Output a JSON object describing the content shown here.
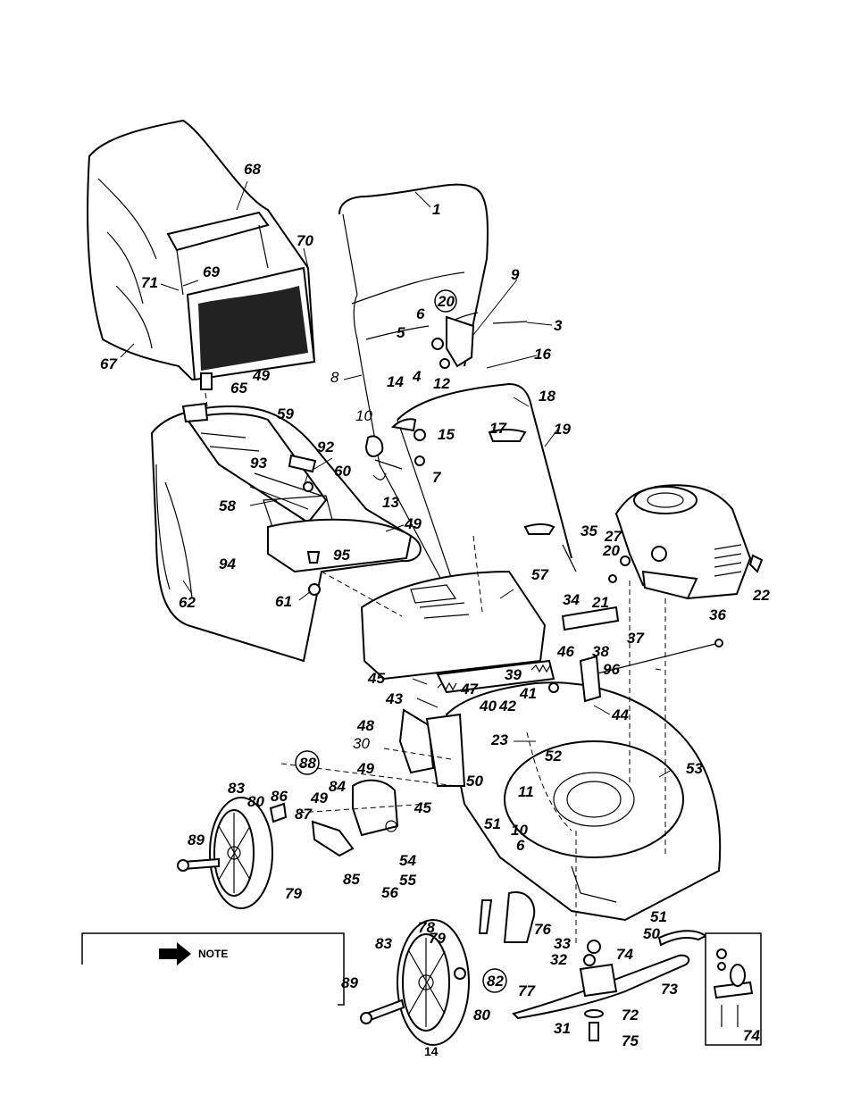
{
  "page_number": "14",
  "note_label": "NOTE",
  "detail_label": "74",
  "callouts": [
    {
      "id": "c68",
      "text": "68"
    },
    {
      "id": "c1",
      "text": "1"
    },
    {
      "id": "c70",
      "text": "70"
    },
    {
      "id": "c71",
      "text": "71"
    },
    {
      "id": "c69",
      "text": "69"
    },
    {
      "id": "c67",
      "text": "67"
    },
    {
      "id": "c49a",
      "text": "49"
    },
    {
      "id": "c65",
      "text": "65"
    },
    {
      "id": "c20a",
      "text": "20"
    },
    {
      "id": "c9",
      "text": "9"
    },
    {
      "id": "c6a",
      "text": "6"
    },
    {
      "id": "c3",
      "text": "3"
    },
    {
      "id": "c5",
      "text": "5"
    },
    {
      "id": "c4",
      "text": "4"
    },
    {
      "id": "c12",
      "text": "12"
    },
    {
      "id": "c16",
      "text": "16"
    },
    {
      "id": "c8",
      "text": "8"
    },
    {
      "id": "c14",
      "text": "14"
    },
    {
      "id": "c18",
      "text": "18"
    },
    {
      "id": "c10a",
      "text": "10"
    },
    {
      "id": "c15",
      "text": "15"
    },
    {
      "id": "c17",
      "text": "17"
    },
    {
      "id": "c19",
      "text": "19"
    },
    {
      "id": "c59",
      "text": "59"
    },
    {
      "id": "c92",
      "text": "92"
    },
    {
      "id": "c7",
      "text": "7"
    },
    {
      "id": "c93",
      "text": "93"
    },
    {
      "id": "c60",
      "text": "60"
    },
    {
      "id": "c13",
      "text": "13"
    },
    {
      "id": "c58",
      "text": "58"
    },
    {
      "id": "c49b",
      "text": "49"
    },
    {
      "id": "c35",
      "text": "35"
    },
    {
      "id": "c27",
      "text": "27"
    },
    {
      "id": "c20b",
      "text": "20"
    },
    {
      "id": "c22",
      "text": "22"
    },
    {
      "id": "c94",
      "text": "94"
    },
    {
      "id": "c95",
      "text": "95"
    },
    {
      "id": "c57",
      "text": "57"
    },
    {
      "id": "c21",
      "text": "21"
    },
    {
      "id": "c62",
      "text": "62"
    },
    {
      "id": "c61",
      "text": "61"
    },
    {
      "id": "c34",
      "text": "34"
    },
    {
      "id": "c36",
      "text": "36"
    },
    {
      "id": "c37",
      "text": "37"
    },
    {
      "id": "c46",
      "text": "46"
    },
    {
      "id": "c38",
      "text": "38"
    },
    {
      "id": "c45a",
      "text": "45"
    },
    {
      "id": "c39",
      "text": "39"
    },
    {
      "id": "c96",
      "text": "96"
    },
    {
      "id": "c43",
      "text": "43"
    },
    {
      "id": "c47",
      "text": "47"
    },
    {
      "id": "c40",
      "text": "40"
    },
    {
      "id": "c42",
      "text": "42"
    },
    {
      "id": "c41",
      "text": "41"
    },
    {
      "id": "c44",
      "text": "44"
    },
    {
      "id": "c48",
      "text": "48"
    },
    {
      "id": "c30",
      "text": "30"
    },
    {
      "id": "c23",
      "text": "23"
    },
    {
      "id": "c88",
      "text": "88"
    },
    {
      "id": "c52",
      "text": "52"
    },
    {
      "id": "c49c",
      "text": "49"
    },
    {
      "id": "c53",
      "text": "53"
    },
    {
      "id": "c83a",
      "text": "83"
    },
    {
      "id": "c50a",
      "text": "50"
    },
    {
      "id": "c86",
      "text": "86"
    },
    {
      "id": "c80a",
      "text": "80"
    },
    {
      "id": "c49d",
      "text": "49"
    },
    {
      "id": "c84",
      "text": "84"
    },
    {
      "id": "c11",
      "text": "11"
    },
    {
      "id": "c87",
      "text": "87"
    },
    {
      "id": "c45b",
      "text": "45"
    },
    {
      "id": "c51a",
      "text": "51"
    },
    {
      "id": "c89a",
      "text": "89"
    },
    {
      "id": "c10b",
      "text": "10"
    },
    {
      "id": "c6b",
      "text": "6"
    },
    {
      "id": "c54",
      "text": "54"
    },
    {
      "id": "c79a",
      "text": "79"
    },
    {
      "id": "c85",
      "text": "85"
    },
    {
      "id": "c55",
      "text": "55"
    },
    {
      "id": "c56",
      "text": "56"
    },
    {
      "id": "c51b",
      "text": "51"
    },
    {
      "id": "c50b",
      "text": "50"
    },
    {
      "id": "c78",
      "text": "78"
    },
    {
      "id": "c76",
      "text": "76"
    },
    {
      "id": "c79b",
      "text": "79"
    },
    {
      "id": "c33",
      "text": "33"
    },
    {
      "id": "c74",
      "text": "74"
    },
    {
      "id": "c83b",
      "text": "83"
    },
    {
      "id": "c32",
      "text": "32"
    },
    {
      "id": "c82",
      "text": "82"
    },
    {
      "id": "c73",
      "text": "73"
    },
    {
      "id": "c89b",
      "text": "89"
    },
    {
      "id": "c77",
      "text": "77"
    },
    {
      "id": "c80b",
      "text": "80"
    },
    {
      "id": "c72",
      "text": "72"
    },
    {
      "id": "c31",
      "text": "31"
    },
    {
      "id": "c75",
      "text": "75"
    }
  ]
}
